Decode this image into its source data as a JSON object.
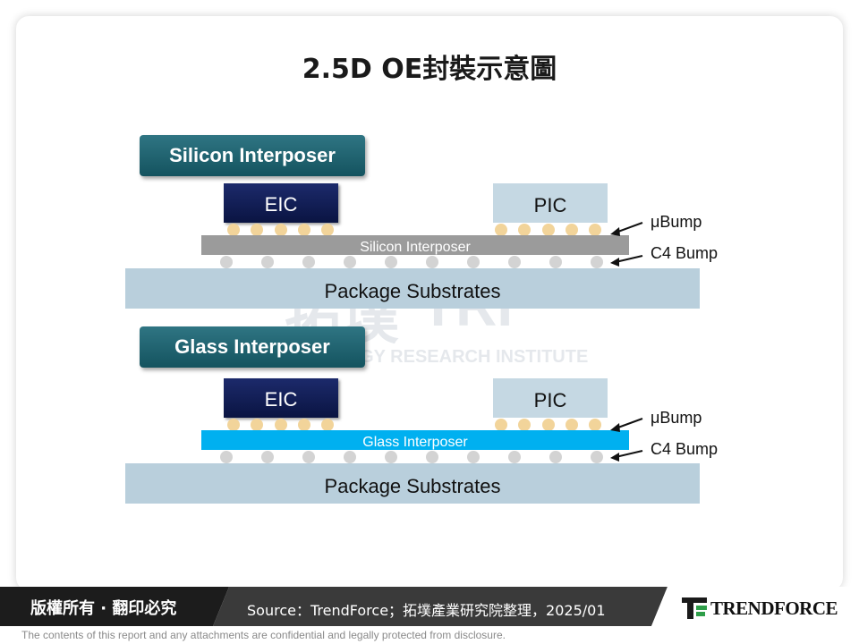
{
  "title": "2.5D OE封裝示意圖",
  "silicon": {
    "badge": "Silicon Interposer",
    "eic": "EIC",
    "pic": "PIC",
    "interposer": "Silicon Interposer",
    "substrate": "Package Substrates",
    "ubump": "μBump",
    "c4": "C4 Bump"
  },
  "glass": {
    "badge": "Glass Interposer",
    "eic": "EIC",
    "pic": "PIC",
    "interposer": "Glass Interposer",
    "substrate": "Package Substrates",
    "ubump": "μBump",
    "c4": "C4 Bump"
  },
  "watermark": {
    "cn": "拓墣",
    "en": "TRI",
    "sub": "TOPOLOGY RESEARCH INSTITUTE"
  },
  "footer": {
    "rights": "版權所有 · 翻印必究",
    "source": "Source：TrendForce；拓墣產業研究院整理，2025/01",
    "brand": "TRENDFORCE",
    "disclaimer": "The contents of this report and any attachments are confidential and legally protected from disclosure."
  },
  "colors": {
    "badge": "#1f6672",
    "eic": "#142060",
    "pic": "#c5d8e3",
    "silicon_interposer": "#9b9b9b",
    "glass_interposer": "#00b0f0",
    "substrate": "#b9cfdc",
    "ubump": "#f2d49a",
    "c4bump": "#d3d3d3"
  }
}
